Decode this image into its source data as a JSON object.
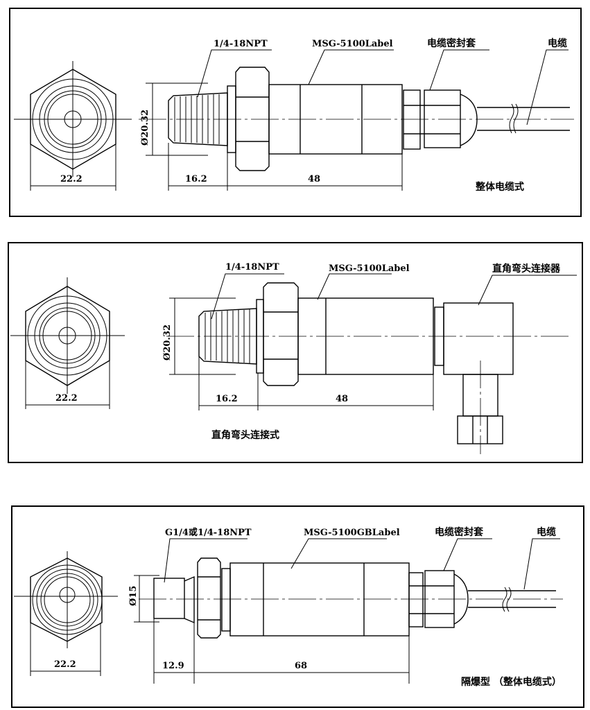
{
  "panels": [
    {
      "thread": "1/4-18NPT",
      "label": "MSG-5100Label",
      "part3": "电缆密封套",
      "part4": "电缆",
      "dia": "Ø20.32",
      "hex": "22.2",
      "len1": "16.2",
      "len2": "48",
      "caption": "整体电缆式"
    },
    {
      "thread": "1/4-18NPT",
      "label": "MSG-5100Label",
      "part3": "直角弯头连接器",
      "dia": "Ø20.32",
      "hex": "22.2",
      "len1": "16.2",
      "len2": "48",
      "caption": "直角弯头连接式"
    },
    {
      "thread": "G1/4或1/4-18NPT",
      "label": "MSG-5100GBLabel",
      "part3": "电缆密封套",
      "part4": "电缆",
      "dia": "Ø15",
      "hex": "22.2",
      "len1": "12.9",
      "len2": "68",
      "caption": "隔爆型 （整体电缆式）"
    }
  ]
}
